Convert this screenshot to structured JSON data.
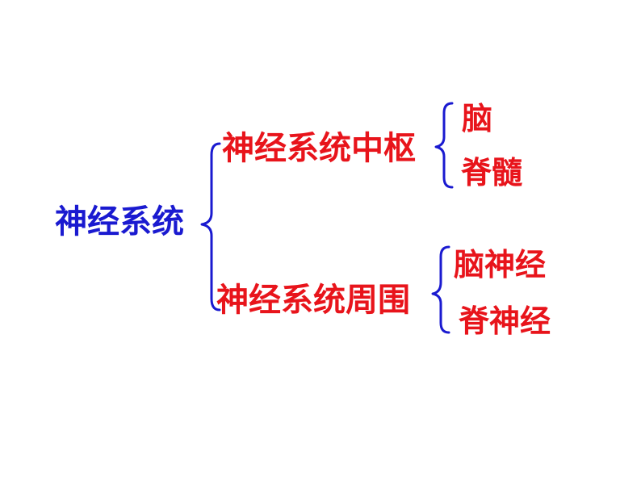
{
  "diagram": {
    "root": {
      "label": "神经系统"
    },
    "branches": [
      {
        "label": "神经系统中枢",
        "children": [
          {
            "label": "脑"
          },
          {
            "label": "脊髓"
          }
        ]
      },
      {
        "label": "神经系统周围",
        "children": [
          {
            "label": "脑神经"
          },
          {
            "label": "脊神经"
          }
        ]
      }
    ]
  },
  "colors": {
    "root_text": "#1a1ad0",
    "branch_text": "#e8141b",
    "leaf_text": "#e8141b",
    "brace_stroke": "#1a1ad0"
  }
}
